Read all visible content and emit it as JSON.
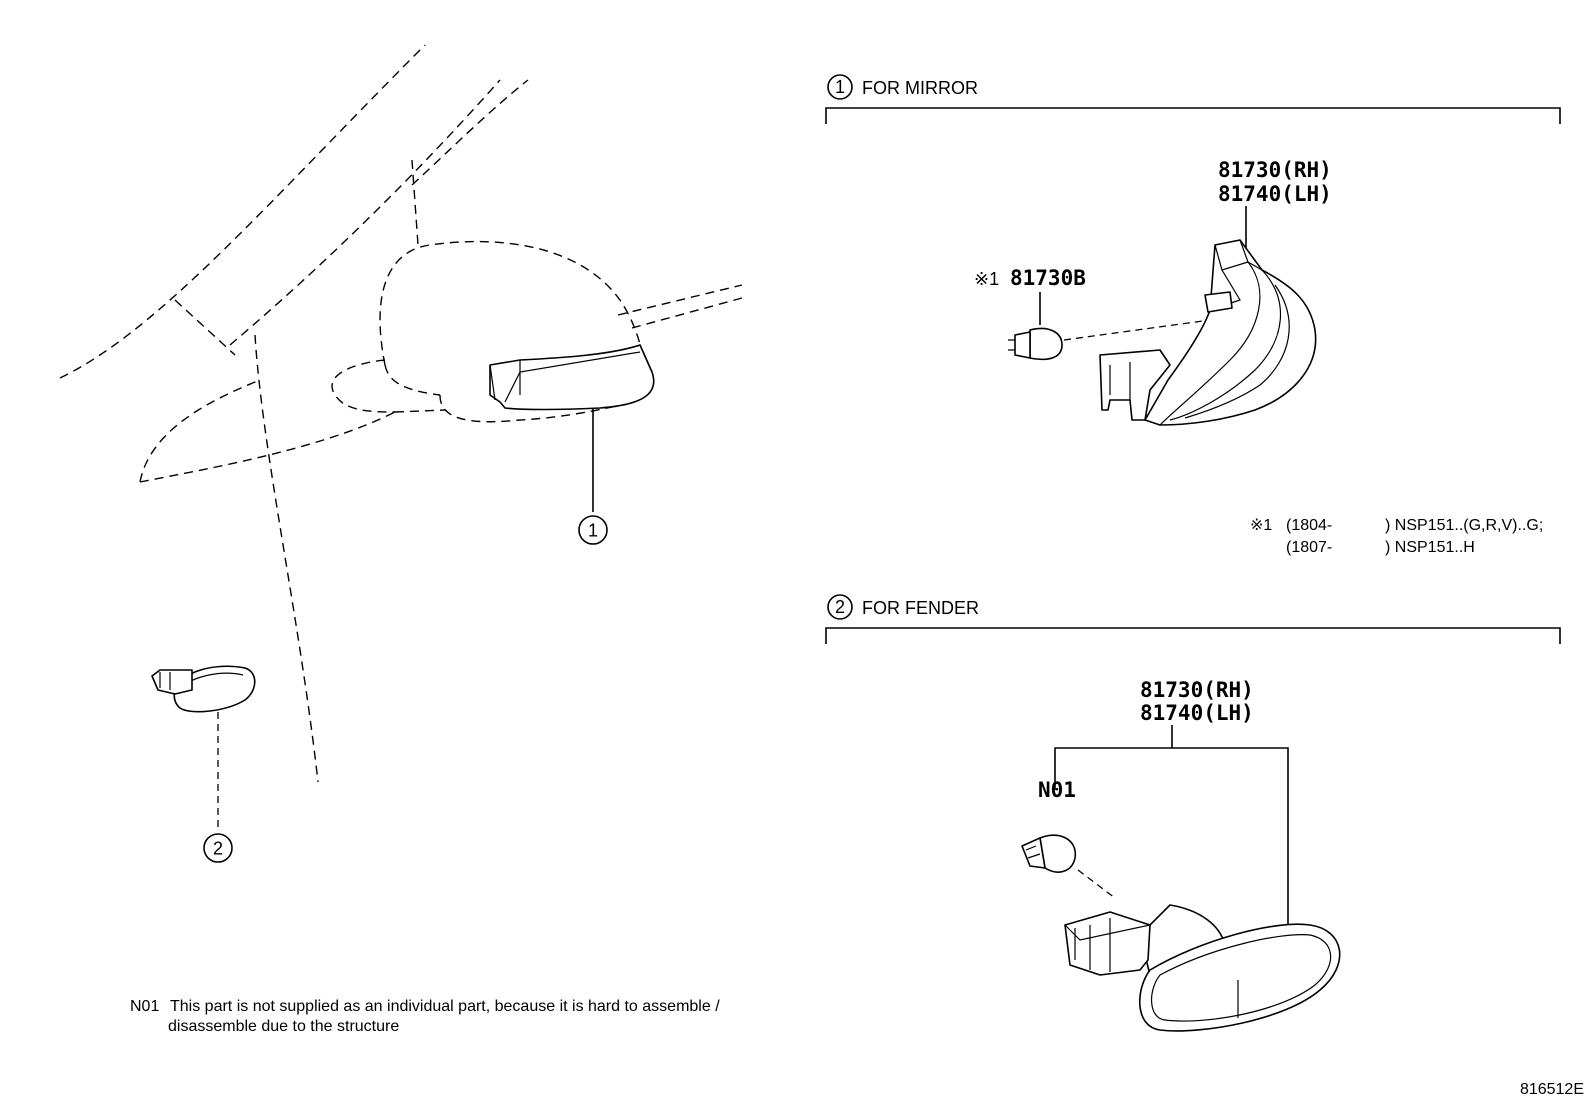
{
  "sections": {
    "mirror": {
      "number": "1",
      "title": "FOR MIRROR"
    },
    "fender": {
      "number": "2",
      "title": "FOR FENDER"
    }
  },
  "callouts": {
    "mirror_number": "1",
    "fender_number": "2"
  },
  "parts": {
    "mirror_lamp_rh": "81730(RH)",
    "mirror_lamp_lh": "81740(LH)",
    "mirror_bulb_mark": "※1",
    "mirror_bulb": "81730B",
    "fender_lamp_rh": "81730(RH)",
    "fender_lamp_lh": "81740(LH)",
    "fender_bulb": "N01"
  },
  "applicability": {
    "mark": "※1",
    "line1_from": "(1804-",
    "line1_to": ") NSP151..(G,R,V)..G;",
    "line2_from": "(1807-",
    "line2_to": ") NSP151..H"
  },
  "footnote": {
    "code": "N01",
    "line1": "This part is not supplied as an individual part, because it is hard to assemble /",
    "line2": "disassemble due to the structure"
  },
  "illustration_id": "816512E"
}
